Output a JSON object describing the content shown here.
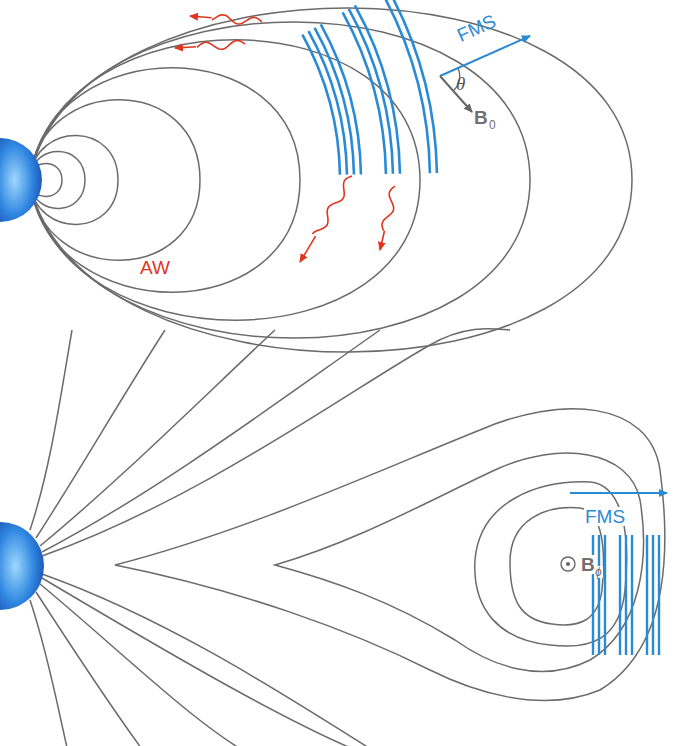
{
  "diagram": {
    "labels": [
      "FMS",
      "θ",
      "B",
      "0",
      "AW",
      "FMS",
      "B",
      "ϕ"
    ]
  }
}
